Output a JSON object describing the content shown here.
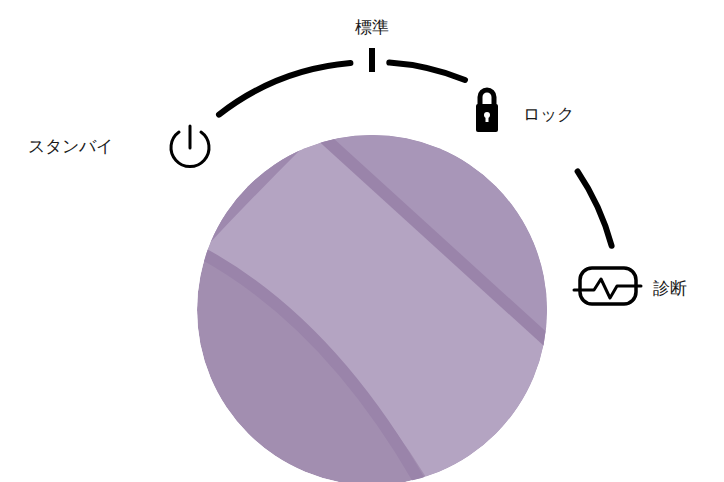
{
  "diagram": {
    "labels": [
      "スタンバイ",
      "標準",
      "ロック",
      "診断"
    ]
  }
}
